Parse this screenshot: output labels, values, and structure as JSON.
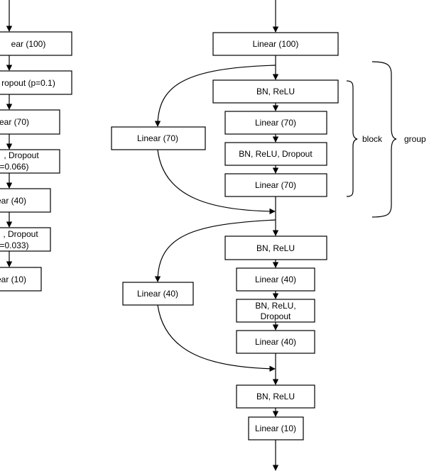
{
  "left": {
    "b1": "ear (100)",
    "b2": "ropout (p=0.1)",
    "b3": "ear (70)",
    "b4": [
      ", Dropout",
      "=0.066)"
    ],
    "b5": "ear (40)",
    "b6": [
      ", Dropout",
      "=0.033)"
    ],
    "b7": "ear (10)"
  },
  "right": {
    "m1": "Linear (100)",
    "m2": "BN, ReLU",
    "m3": "Linear (70)",
    "m4": "BN, ReLU, Dropout",
    "m5": "Linear (70)",
    "s1": "Linear (70)",
    "m6": "BN, ReLU",
    "m7": "Linear (40)",
    "m8": [
      "BN, ReLU,",
      "Dropout"
    ],
    "m9": "Linear (40)",
    "s2": "Linear (40)",
    "m10": "BN, ReLU",
    "m11": "Linear (10)"
  },
  "braces": {
    "block_label": "block",
    "group_label": "group"
  }
}
